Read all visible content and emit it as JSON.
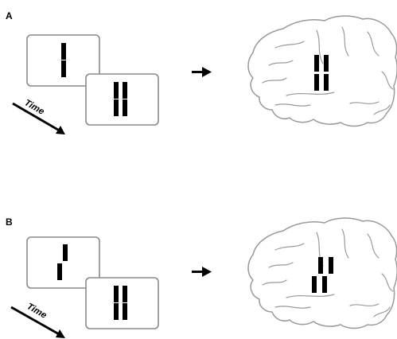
{
  "panels": [
    {
      "label": "A",
      "time_label": "Time",
      "arrow_icon": "right-arrow-icon",
      "brain_icon": "brain-icon",
      "first_stimulus": "aligned-bar",
      "second_stimulus": "two-bar-pairs",
      "percept": "two-bar-pairs"
    },
    {
      "label": "B",
      "time_label": "Time",
      "arrow_icon": "right-arrow-icon",
      "brain_icon": "brain-icon",
      "first_stimulus": "offset-bar",
      "second_stimulus": "two-bar-pairs",
      "percept": "two-bar-pairs-offset"
    }
  ],
  "colors": {
    "card_stroke": "#8a8a8a",
    "brain_stroke": "#9a9a9a",
    "bars": "#000000"
  }
}
